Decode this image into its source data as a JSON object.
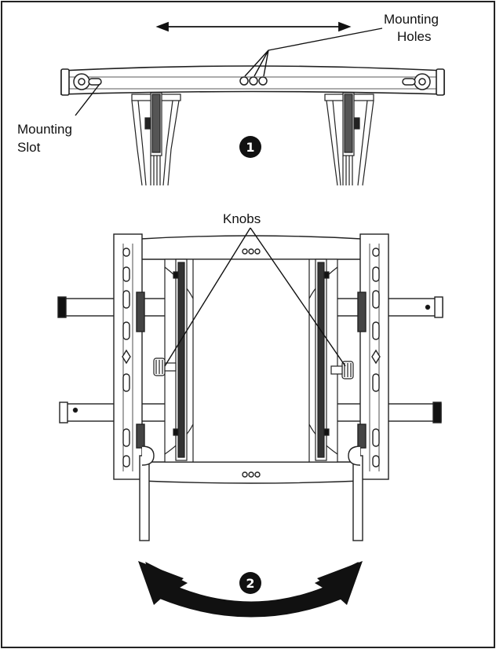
{
  "labels": {
    "mounting_holes_line1": "Mounting",
    "mounting_holes_line2": "Holes",
    "mounting_slot_line1": "Mounting",
    "mounting_slot_line2": "Slot",
    "knobs": "Knobs"
  },
  "steps": {
    "step1": "1",
    "step2": "2"
  }
}
